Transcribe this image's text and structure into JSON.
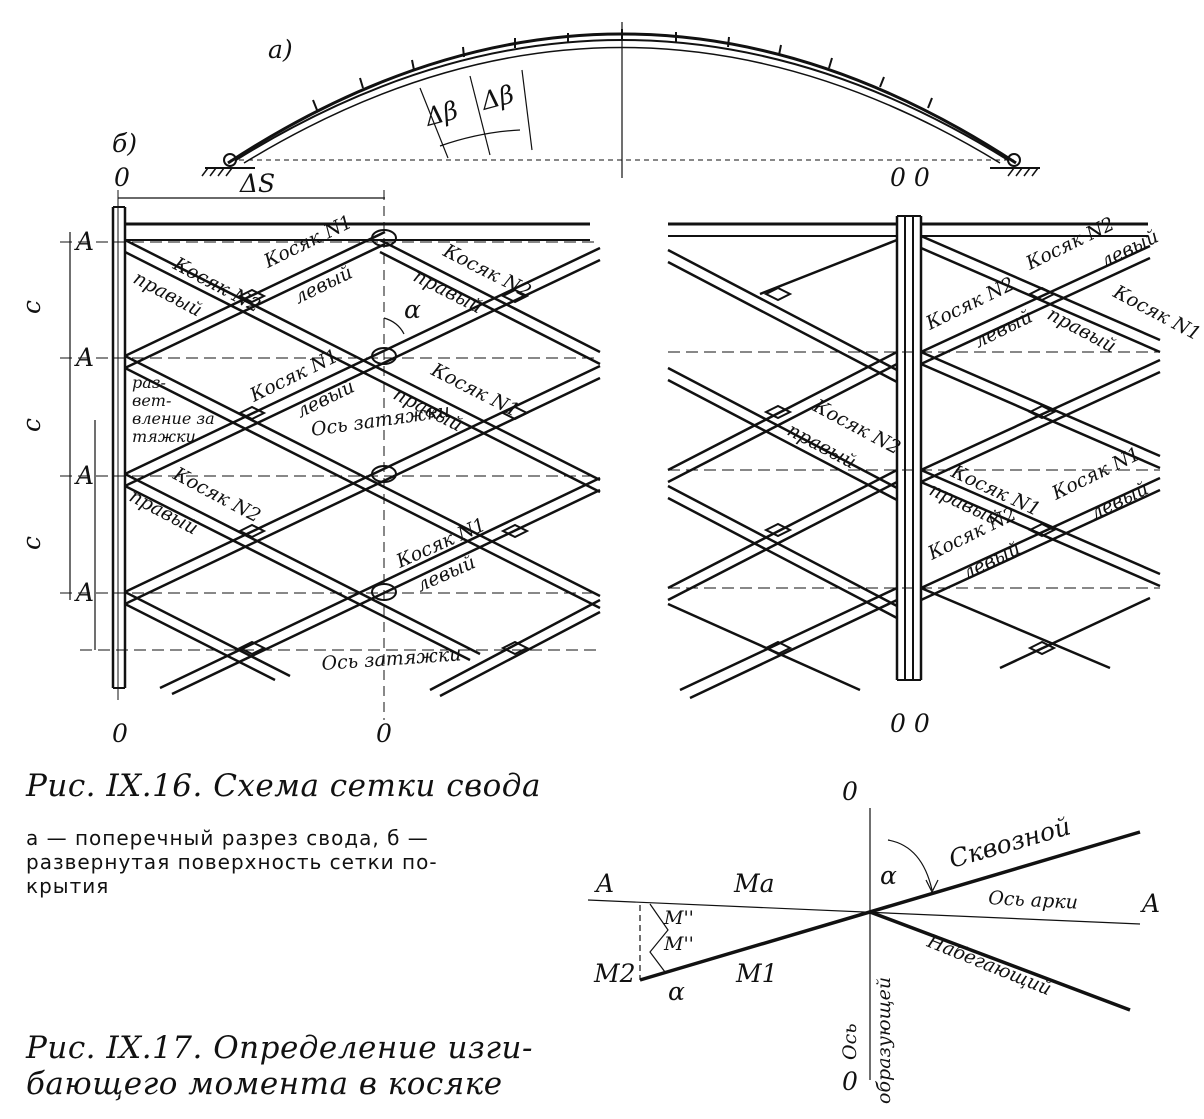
{
  "labels": {
    "panel_a": "а)",
    "panel_b": "б)",
    "delta_beta": "Δβ",
    "delta_s": "ΔS",
    "zero": "0",
    "double_zero": "0 0",
    "A": "A",
    "c": "c",
    "alpha": "α",
    "kosyak_1": "Косяк N1",
    "kosyak_2": "Косяк N2",
    "pravyi": "правый",
    "levyi": "левый",
    "os_zatyazhki": "Ось затяжки",
    "razvetvlenie": [
      "раз-",
      "вет-",
      "вление за",
      "тяжки"
    ],
    "M_a": "Ma",
    "M_1": "M1",
    "M_2": "M2",
    "M_dbl_prime": "M''",
    "skvoznoi": "Сквозной",
    "os_arki": "Ось арки",
    "nabegayushchii": "Набегающий",
    "os_obrazuyushchei": [
      "Ось",
      "образующей"
    ]
  },
  "captions": {
    "fig16_title": "Рис. IX.16. Схема сетки свода",
    "fig16_desc": [
      "а — поперечный разрез свода, б —",
      "развернутая поверхность сетки по-",
      "крытия"
    ],
    "fig17_title": [
      "Рис. IX.17.  Определение изги-",
      "бающего момента в косяке"
    ]
  }
}
